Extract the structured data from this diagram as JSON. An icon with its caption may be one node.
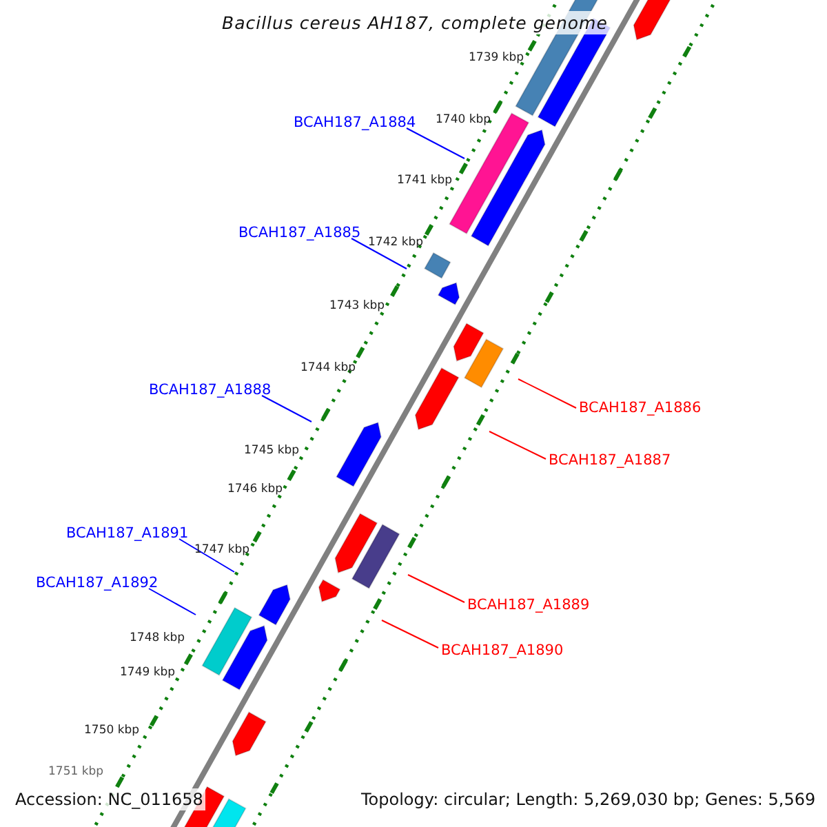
{
  "diagram": {
    "title": "Bacillus cereus AH187, complete genome",
    "nodes": [
      {
        "text": [
          "BCAH187_A1884"
        ]
      },
      {
        "text": [
          "BCAH187_A1885"
        ]
      },
      {
        "text": [
          "BCAH187_A1886"
        ]
      },
      {
        "text": [
          "BCAH187_A1887"
        ]
      },
      {
        "text": [
          "BCAH187_A1888"
        ]
      },
      {
        "text": [
          "BCAH187_A1889"
        ]
      },
      {
        "text": [
          "BCAH187_A1890"
        ]
      },
      {
        "text": [
          "BCAH187_A1891"
        ]
      },
      {
        "text": [
          "BCAH187_A1892"
        ]
      }
    ],
    "edges": [
      {
        "from": 0,
        "to": null,
        "arrow": "none"
      },
      {
        "from": 1,
        "to": null,
        "arrow": "none"
      },
      {
        "from": 2,
        "to": null,
        "arrow": "none",
        "color": "#ff0000"
      },
      {
        "from": 3,
        "to": null,
        "arrow": "none",
        "color": "#ff0000"
      },
      {
        "from": 4,
        "to": null,
        "arrow": "none"
      },
      {
        "from": 5,
        "to": null,
        "arrow": "none",
        "color": "#ff0000"
      },
      {
        "from": 6,
        "to": null,
        "arrow": "none",
        "color": "#ff0000"
      },
      {
        "from": 7,
        "to": null,
        "arrow": "none"
      },
      {
        "from": 8,
        "to": null,
        "arrow": "none"
      }
    ],
    "labels": [
      "1739 kbp",
      "1740 kbp",
      "1741 kbp",
      "1742 kbp",
      "1743 kbp",
      "1744 kbp",
      "1745 kbp",
      "1746 kbp",
      "1747 kbp",
      "1748 kbp",
      "1749 kbp",
      "1750 kbp",
      "1751 kbp",
      "Accession: NC_011658",
      "Topology: circular; Length: 5,269,030 bp; Genes: 5,569"
    ]
  }
}
